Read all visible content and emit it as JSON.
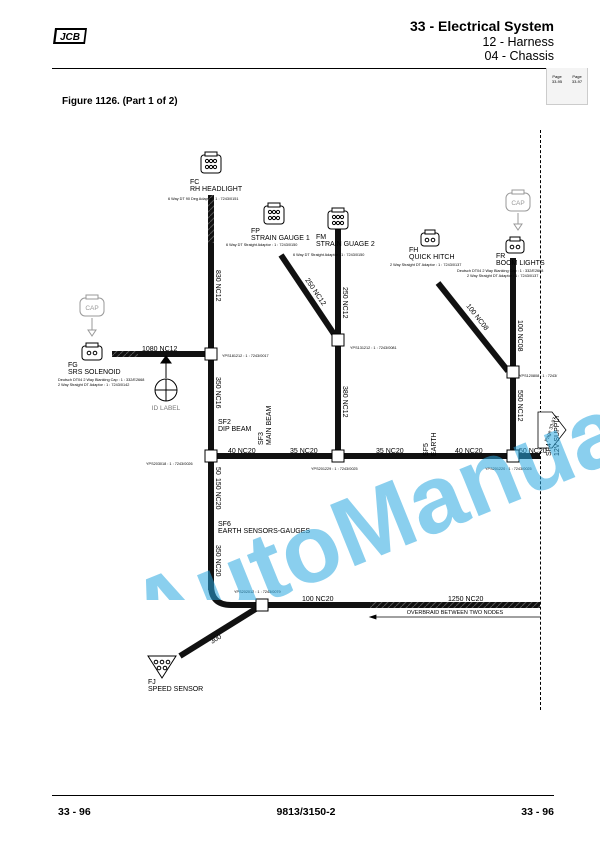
{
  "header": {
    "title": "33 - Electrical System",
    "sub1": "12 - Harness",
    "sub2": "04 - Chassis",
    "logo_text": "JCB"
  },
  "page_nav": {
    "prev": "Page\n33-95",
    "next": "Page\n33-97",
    "prev_top": "Page",
    "prev_num": "33-95",
    "next_top": "Page",
    "next_num": "33-97"
  },
  "figure_title": "Figure 1126. (Part 1 of 2)",
  "connectors": {
    "fc": {
      "code": "FC",
      "name": "RH HEADLIGHT"
    },
    "fp": {
      "code": "FP",
      "name": "STRAIN GAUGE 1"
    },
    "fm": {
      "code": "FM",
      "name": "STRAIN GUAGE 2"
    },
    "fh": {
      "code": "FH",
      "name": "QUICK HITCH"
    },
    "fr": {
      "code": "FR",
      "name": "BOOM LIGHTS"
    },
    "fg": {
      "code": "FG",
      "name": "SRS SOLENOID"
    },
    "fj": {
      "code": "FJ",
      "name": "SPEED SENSOR"
    }
  },
  "caps": {
    "cap_left": "CAP",
    "cap_right": "CAP"
  },
  "adaptors": {
    "fc": "6 Way DT 90 Deg Adaptor : 1 : 7243/0151",
    "fp": "6 Way DT Straight Adaptor : 1 : 7243/0150",
    "fm": "6 Way DT Straight Adaptor : 1 : 7243/0150",
    "fh": "2 Way Straight DT Adaptor : 1 : 7243/0137",
    "fr1": "Deutsch DT04 2 Way Blanking Cap : 1 : 332/E2668",
    "fr2": "2 Way Straight DT Adaptor : 1 : 7243/0137",
    "fg1": "Deutsch DT04 2 Way Blanking Cap : 1 : 332/E2668",
    "fg2": "2 Way Straight DT Adaptor : 1 : 7243/0142"
  },
  "splices": {
    "s1": "YPS181212 : 1 : 7243/0017",
    "s2": "YPS131212 : 1 : 7243/0081",
    "s3": "YPS120808 : 1 : 7243/",
    "s4": "YPS203018 : 1 : 7243/0026",
    "s5": "YPS201229 : 1 : 7243/0025",
    "s6": "YPS201220 : 1 : 7243/0025",
    "s7": "YPS202012 : 1 : 7243/0079"
  },
  "wires": {
    "w_fc": "830 NC12",
    "w_fp": "250 NC12",
    "w_fm": "250 NC12",
    "w_fh": "100 NC08",
    "w_fr": "100 NC08",
    "w_fg": "1080 NC12",
    "w_v1": "350 NC16",
    "w_v2": "380 NC12",
    "w_v3": "550 NC12",
    "w_h1": "40 NC20",
    "w_h2": "35 NC20",
    "w_h3": "35 NC20",
    "w_h4": "40 NC20",
    "w_h5": "50 NC20",
    "w_v4": "150 NC20",
    "w_v5": "350 NC20",
    "w_b1": "100 NC20",
    "w_b2": "1250 NC20",
    "w_fj": "300",
    "w_50": "50"
  },
  "earths": {
    "sf2a": "SF2",
    "sf2b": "DIP BEAM",
    "sf3a": "SF3",
    "sf3b": "MAIN BEAM",
    "sf5a": "SF5",
    "sf5b": "EARTH",
    "sf4a": "SF4",
    "sf4b": "12V SUPPLY",
    "sf6a": "SF6",
    "sf6b": "EARTH SENSORS-GAUGES"
  },
  "id_label": "ID LABEL",
  "overbraid": "OVERBRAID BETWEEN TWO NODES",
  "page_ref": "Page 33-97",
  "watermark": "AutoManual",
  "footer": {
    "left": "33 - 96",
    "center": "9813/3150-2",
    "right": "33 - 96"
  }
}
